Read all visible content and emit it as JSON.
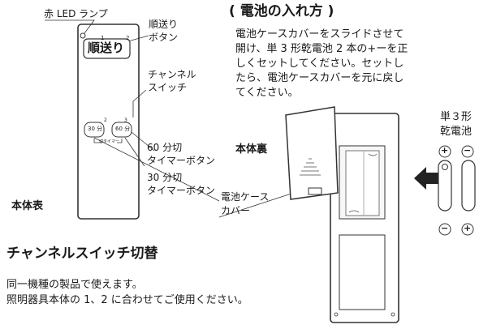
{
  "remote_front": {
    "led_label": "赤 LED ランプ",
    "advance_label": [
      "順送り",
      "ボタン"
    ],
    "advance_button_text": "順送り",
    "channel_label": [
      "チャンネル",
      "スイッチ"
    ],
    "ch_marks": [
      "1",
      "2"
    ],
    "timer_btn_30": "30 分",
    "timer_btn_60": "60 分",
    "timer_caption": "切タイマー",
    "timer_marks": [
      "2",
      "3"
    ],
    "timer60_label": [
      "60 分切",
      "タイマーボタン"
    ],
    "timer30_label": [
      "30 分切",
      "タイマーボタン"
    ],
    "body_front_label": "本体表"
  },
  "battery": {
    "heading": "( 電池の入れ方 )",
    "instructions": [
      "電池ケースカバーをスライドさせて",
      "開け、単 3 形乾電池 2 本の+ーを正",
      "しくセットしてください。セットし",
      "たら、電池ケースカバーを元に戻し",
      "てください。"
    ],
    "body_back_label": "本体裏",
    "cover_label": [
      "電池ケース",
      "カバー"
    ],
    "battery_type": [
      "単３形",
      "乾電池"
    ],
    "plus": "+",
    "minus": "−"
  },
  "channel_switch": {
    "heading": "チャンネルスイッチ切替",
    "lines": [
      "同一機種の製品で使えます。",
      "照明器具本体の 1、2 に合わせてご使用ください。"
    ]
  }
}
